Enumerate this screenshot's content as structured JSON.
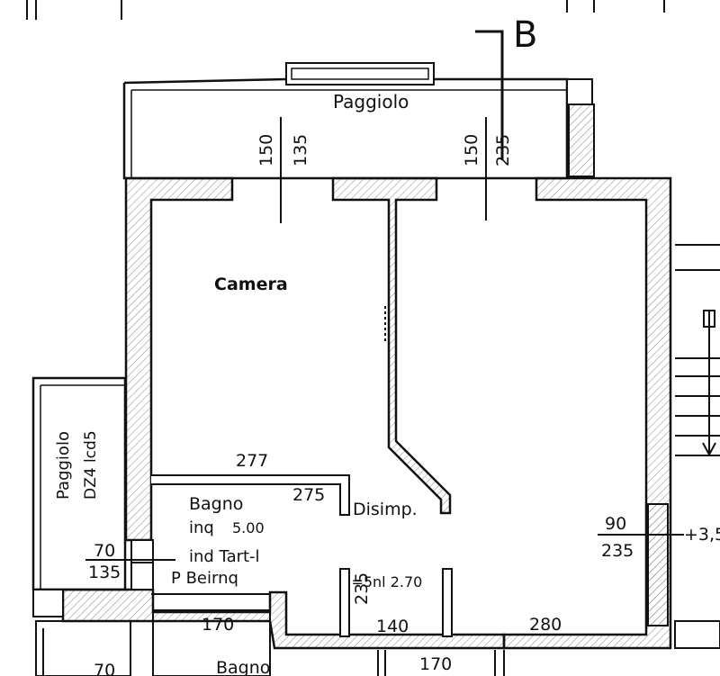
{
  "section_marker": "B",
  "rooms": {
    "balcony_top": "Paggiolo",
    "bedroom": "Camera",
    "hallway": "Disimp.",
    "bathroom": "Bagno",
    "bathroom_bottom": "Bagno",
    "balcony_left": "Paggiolo",
    "balcony_left_code": "DZ4 lcd5"
  },
  "bath_notes": [
    "inq",
    "ind  Tart-l",
    "P Beirnq"
  ],
  "hall_note": "i=5nl  2.70",
  "bath_partial": "5.00",
  "dimensions": {
    "win_left_top": "150",
    "win_left_bottom": "135",
    "win_right_top": "150",
    "win_right_bottom": "235",
    "bedroom_width": "277",
    "bath_width": "275",
    "door_left_top": "70",
    "door_left_bottom": "135",
    "door_right_top": "90",
    "door_right_bottom": "235",
    "elevation": "+3,5",
    "vertical_235": "235",
    "hall_width": "140",
    "room_width": "280",
    "left_room_width": "170",
    "bottom_left": "70",
    "bottom_mid": "170"
  }
}
